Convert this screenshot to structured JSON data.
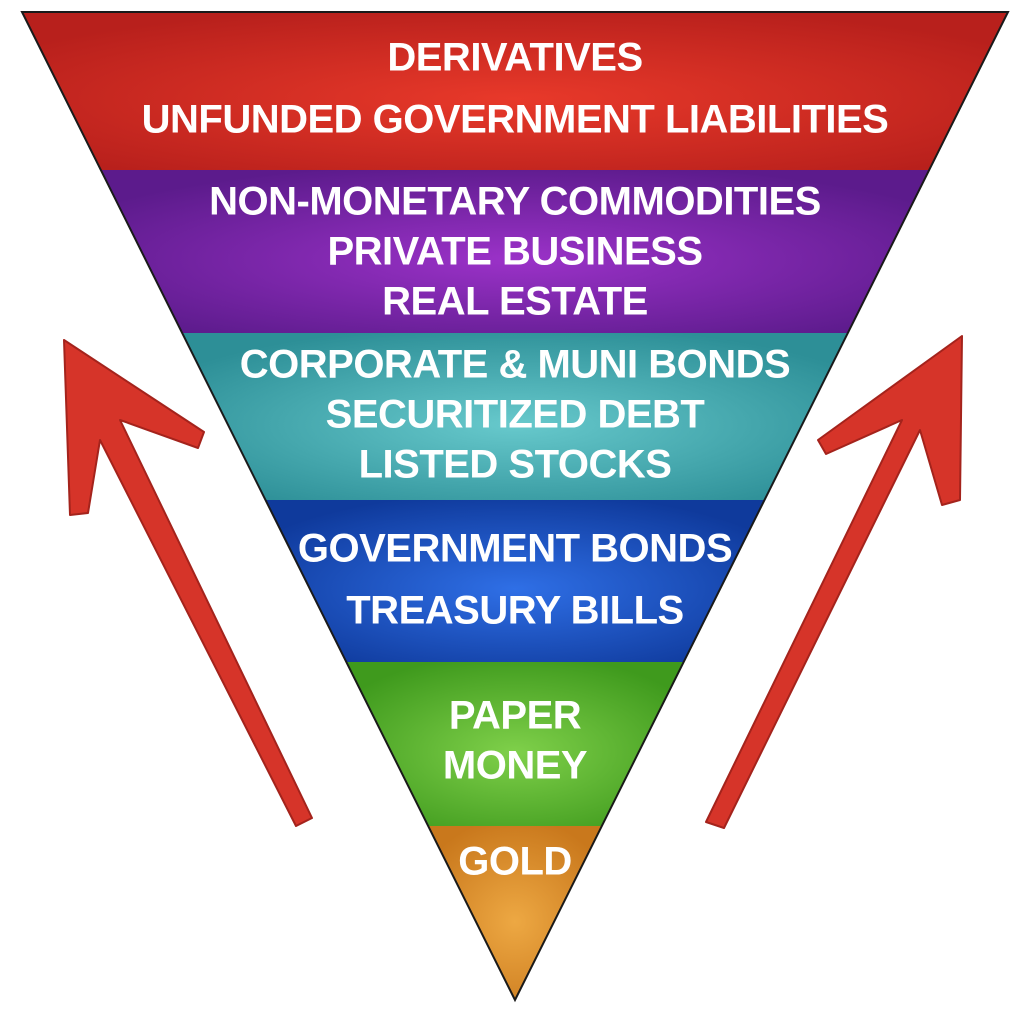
{
  "diagram": {
    "bands": [
      {
        "id": "red",
        "lines": [
          "DERIVATIVES",
          "UNFUNDED GOVERNMENT LIABILITIES"
        ],
        "colors": {
          "dark": "#b8201c",
          "light": "#e8392a"
        }
      },
      {
        "id": "purple",
        "lines": [
          "NON-MONETARY COMMODITIES",
          "PRIVATE BUSINESS",
          "REAL ESTATE"
        ],
        "colors": {
          "dark": "#5c1b8c",
          "light": "#9b32c8"
        }
      },
      {
        "id": "teal",
        "lines": [
          "CORPORATE & MUNI BONDS",
          "SECURITIZED DEBT",
          "LISTED STOCKS"
        ],
        "colors": {
          "dark": "#2d8f97",
          "light": "#67c9cc"
        }
      },
      {
        "id": "blue",
        "lines": [
          "GOVERNMENT BONDS",
          "TREASURY BILLS"
        ],
        "colors": {
          "dark": "#0f3a9c",
          "light": "#2f6fe6"
        }
      },
      {
        "id": "green",
        "lines": [
          "PAPER",
          "MONEY"
        ],
        "colors": {
          "dark": "#3f9a1d",
          "light": "#7fd04a"
        }
      },
      {
        "id": "gold",
        "lines": [
          "GOLD"
        ],
        "colors": {
          "dark": "#c9781c",
          "light": "#eda843"
        }
      }
    ],
    "arrows": [
      {
        "id": "left-arrow",
        "icon": "up-arrow-icon",
        "color": "#d42a1e"
      },
      {
        "id": "right-arrow",
        "icon": "up-arrow-icon",
        "color": "#d42a1e"
      }
    ]
  }
}
